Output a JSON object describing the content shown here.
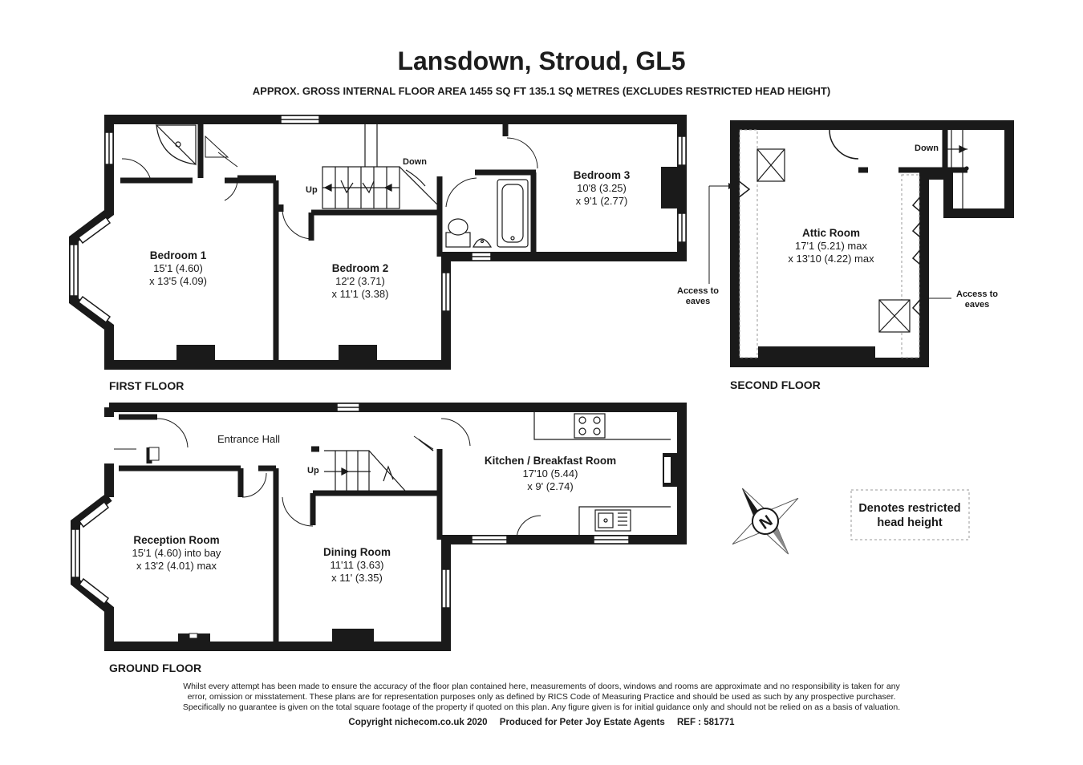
{
  "header": {
    "title": "Lansdown, Stroud, GL5",
    "subtitle": "APPROX. GROSS INTERNAL FLOOR AREA 1455 SQ FT 135.1 SQ METRES (EXCLUDES RESTRICTED HEAD HEIGHT)"
  },
  "floors": {
    "first": "FIRST FLOOR",
    "second": "SECOND FLOOR",
    "ground": "GROUND FLOOR"
  },
  "rooms": {
    "bedroom1": {
      "name": "Bedroom 1",
      "dim1": "15'1 (4.60)",
      "dim2": "x 13'5 (4.09)"
    },
    "bedroom2": {
      "name": "Bedroom 2",
      "dim1": "12'2 (3.71)",
      "dim2": "x 11'1 (3.38)"
    },
    "bedroom3": {
      "name": "Bedroom 3",
      "dim1": "10'8 (3.25)",
      "dim2": "x 9'1 (2.77)"
    },
    "attic": {
      "name": "Attic Room",
      "dim1": "17'1 (5.21) max",
      "dim2": "x 13'10 (4.22) max"
    },
    "reception": {
      "name": "Reception Room",
      "dim1": "15'1 (4.60) into bay",
      "dim2": "x 13'2 (4.01) max"
    },
    "dining": {
      "name": "Dining Room",
      "dim1": "11'11 (3.63)",
      "dim2": "x 11' (3.35)"
    },
    "kitchen": {
      "name": "Kitchen / Breakfast Room",
      "dim1": "17'10 (5.44)",
      "dim2": "x 9' (2.74)"
    },
    "hall": {
      "name": "Entrance Hall"
    }
  },
  "labels": {
    "up": "Up",
    "down": "Down",
    "access_line1": "Access to",
    "access_line2": "eaves",
    "compass": "N",
    "legend_line1": "Denotes restricted",
    "legend_line2": "head height"
  },
  "footer": {
    "disclaimer_1": "Whilst every attempt has been made to ensure the accuracy of the floor plan contained here, measurements of doors, windows and rooms are approximate and no responsibility is taken for any",
    "disclaimer_2": "error, omission or misstatement. These plans are for representation purposes only as defined by RICS Code of Measuring Practice and should be used as such by any prospective purchaser.",
    "disclaimer_3": "Specifically no guarantee is given on the total square footage of the property if quoted on this plan. Any figure given is for initial guidance only and should not be relied on as a basis of valuation.",
    "copyright": "Copyright nichecom.co.uk 2020",
    "produced": "Produced for  Peter Joy Estate Agents",
    "ref": "REF :  581771"
  },
  "colors": {
    "wall": "#1a1a1a",
    "window": "#ffffff",
    "dashed": "#9a9a9a"
  }
}
